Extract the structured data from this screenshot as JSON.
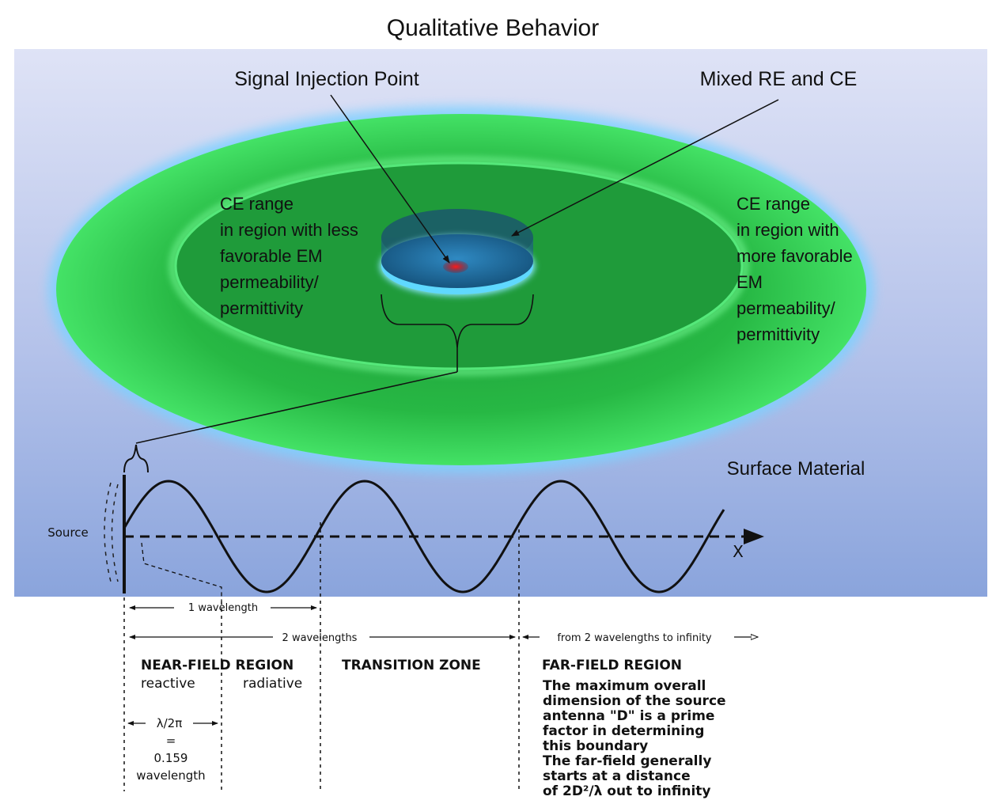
{
  "title": "Qualitative Behavior",
  "labels": {
    "injection": "Signal Injection Point",
    "mixed": "Mixed RE and CE",
    "surface": "Surface Material",
    "source": "Source",
    "x_axis": "X"
  },
  "left_ce": [
    "CE range",
    "in region with less",
    "favorable EM",
    "permeability/",
    "permittivity"
  ],
  "right_ce": [
    "CE range",
    "in region with",
    "more favorable",
    "EM",
    "permeability/",
    "permittivity"
  ],
  "measures": {
    "one_wavelength": "1 wavelength",
    "two_wavelengths": "2 wavelengths",
    "beyond": "from 2 wavelengths to infinity"
  },
  "regions": {
    "near_title": "NEAR-FIELD REGION",
    "reactive": "reactive",
    "radiative": "radiative",
    "transition": "TRANSITION ZONE",
    "far_title": "FAR-FIELD REGION"
  },
  "lambda_note": [
    "λ/2π",
    "=",
    "0.159",
    "wavelength"
  ],
  "far_description": [
    "The maximum overall",
    "dimension of the source",
    "antenna \"D\" is a prime",
    "factor in determining",
    "this boundary",
    "The far-field generally",
    "starts at a distance",
    "of 2D²/λ out to infinity"
  ],
  "colors": {
    "background_top": "#dfe3f6",
    "background_bottom": "#8fa8df",
    "field_green": "#22c24a",
    "glow_blue": "#7fd0ff",
    "disc_blue": "#1f6fa8",
    "injection_red": "#d40000"
  }
}
